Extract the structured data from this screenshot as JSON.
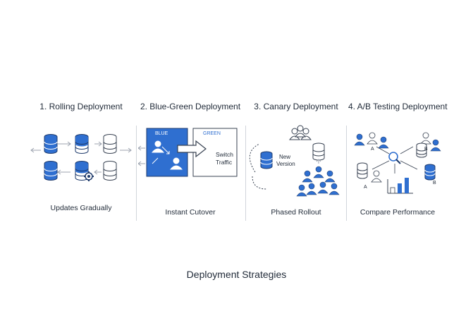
{
  "panels": [
    {
      "title": "1. Rolling Deployment",
      "caption": "Updates Gradually"
    },
    {
      "title": "2. Blue-Green Deployment",
      "caption": "Instant Cutover",
      "blue_label": "BLUE",
      "green_label": "GREEN",
      "switch_label_1": "Switch",
      "switch_label_2": "Traffic"
    },
    {
      "title": "3. Canary Deployment",
      "caption": "Phased Rollout",
      "new_version_1": "New",
      "new_version_2": "Version"
    },
    {
      "title": "4. A/B Testing Deployment",
      "caption": "Compare Performance",
      "label_a": "A",
      "label_b": "B"
    }
  ],
  "footer_title": "Deployment Strategies",
  "colors": {
    "primary": "#2f6fd0",
    "dark": "#1e3a6b",
    "line": "#9ca3af"
  }
}
